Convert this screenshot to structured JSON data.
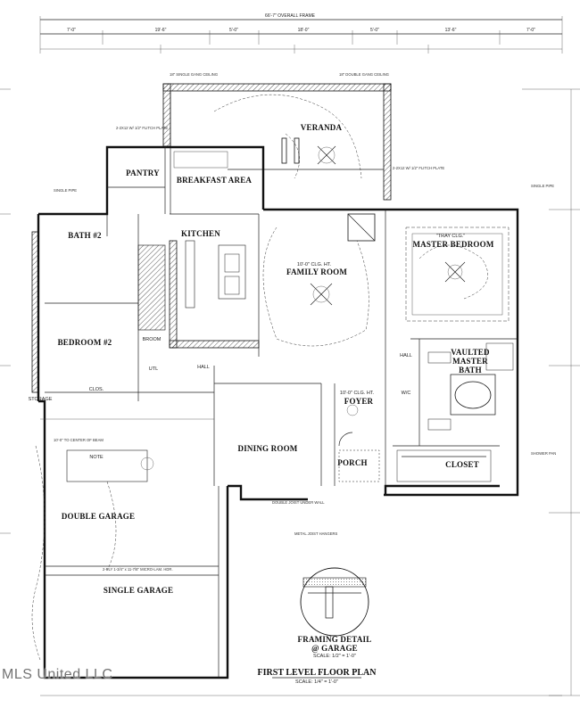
{
  "title": "FIRST LEVEL FLOOR PLAN",
  "scale_note": "SCALE: 1/4\" = 1'-0\"",
  "framing_detail": {
    "title_line1": "FRAMING DETAIL",
    "title_line2": "@ GARAGE",
    "scale": "SCALE: 1/2\" = 1'-0\""
  },
  "rooms": {
    "veranda": "VERANDA",
    "pantry": "PANTRY",
    "breakfast": "BREAKFAST AREA",
    "kitchen": "KITCHEN",
    "bath2": "BATH #2",
    "bedroom2": "BEDROOM #2",
    "family": "FAMILY ROOM",
    "family_ceiling": "10'-0\" CLG. HT.",
    "master_ceiling": "\"TRAY CLG.\"",
    "master_bedroom": "MASTER BEDROOM",
    "master_bath_1": "VAULTED",
    "master_bath_2": "MASTER",
    "master_bath_3": "BATH",
    "dining": "DINING ROOM",
    "foyer": "FOYER",
    "foyer_ceiling": "10'-0\" CLG. HT.",
    "porch": "PORCH",
    "closet": "CLOSET",
    "hall": "HALL",
    "hall2": "HALL",
    "clos": "CLOS.",
    "storage": "STORAGE",
    "utl": "UTL",
    "wc": "W/C",
    "broom": "BROOM",
    "double_garage": "DOUBLE GARAGE",
    "single_garage": "SINGLE GARAGE",
    "note": "NOTE"
  },
  "dimensions": {
    "overall": "66'-7\" OVERALL FRAME"
  },
  "watermark": "MLS United LLC"
}
